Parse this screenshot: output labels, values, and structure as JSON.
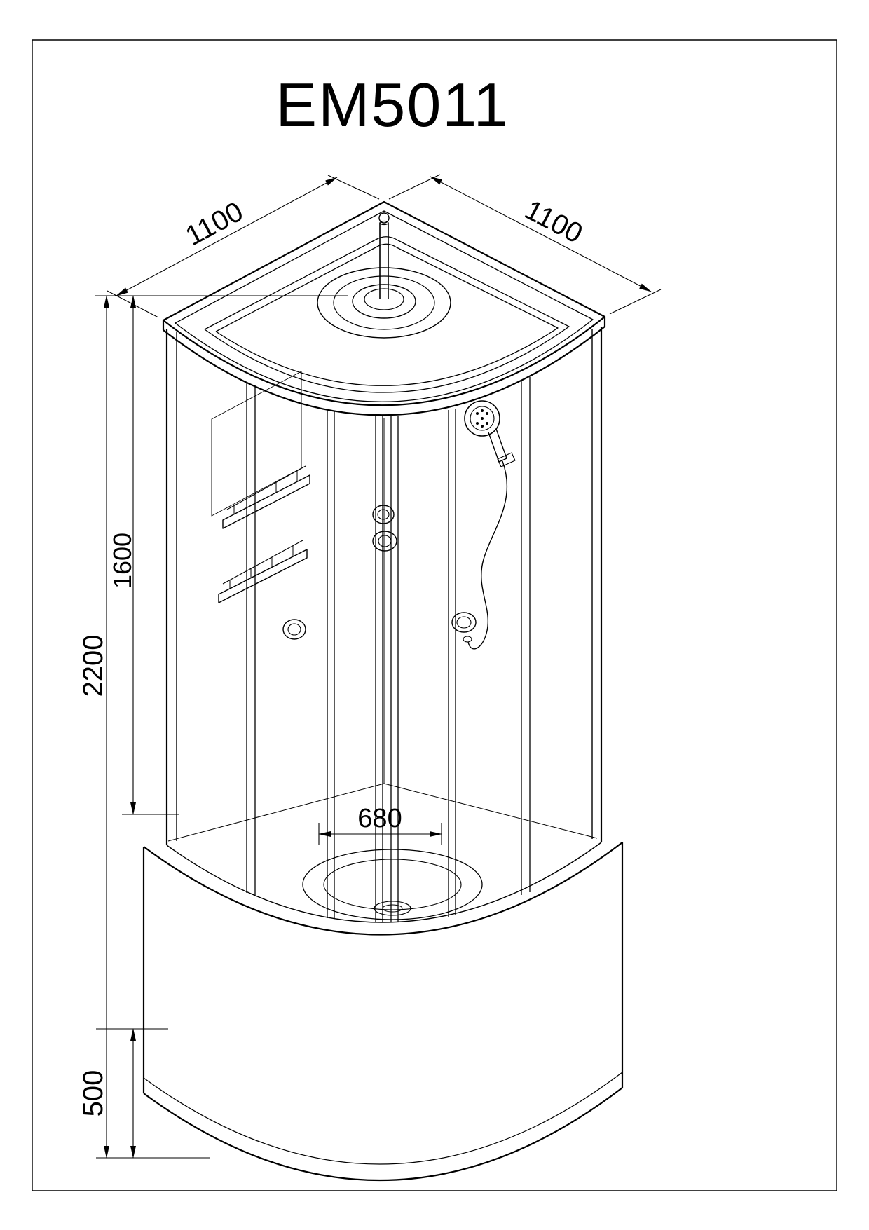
{
  "page": {
    "background": "#ffffff",
    "border_color": "#000000"
  },
  "title": "EM5011",
  "figure": {
    "description": "Technical isometric line drawing of a quadrant corner shower cabin with dome roof, hand shower, corner shelves and curved base tray"
  },
  "dimensions": {
    "top_left_width": "1100",
    "top_right_width": "1100",
    "overall_height": "2200",
    "cabin_height": "1600",
    "base_height": "500",
    "tray_inner_width": "680"
  }
}
